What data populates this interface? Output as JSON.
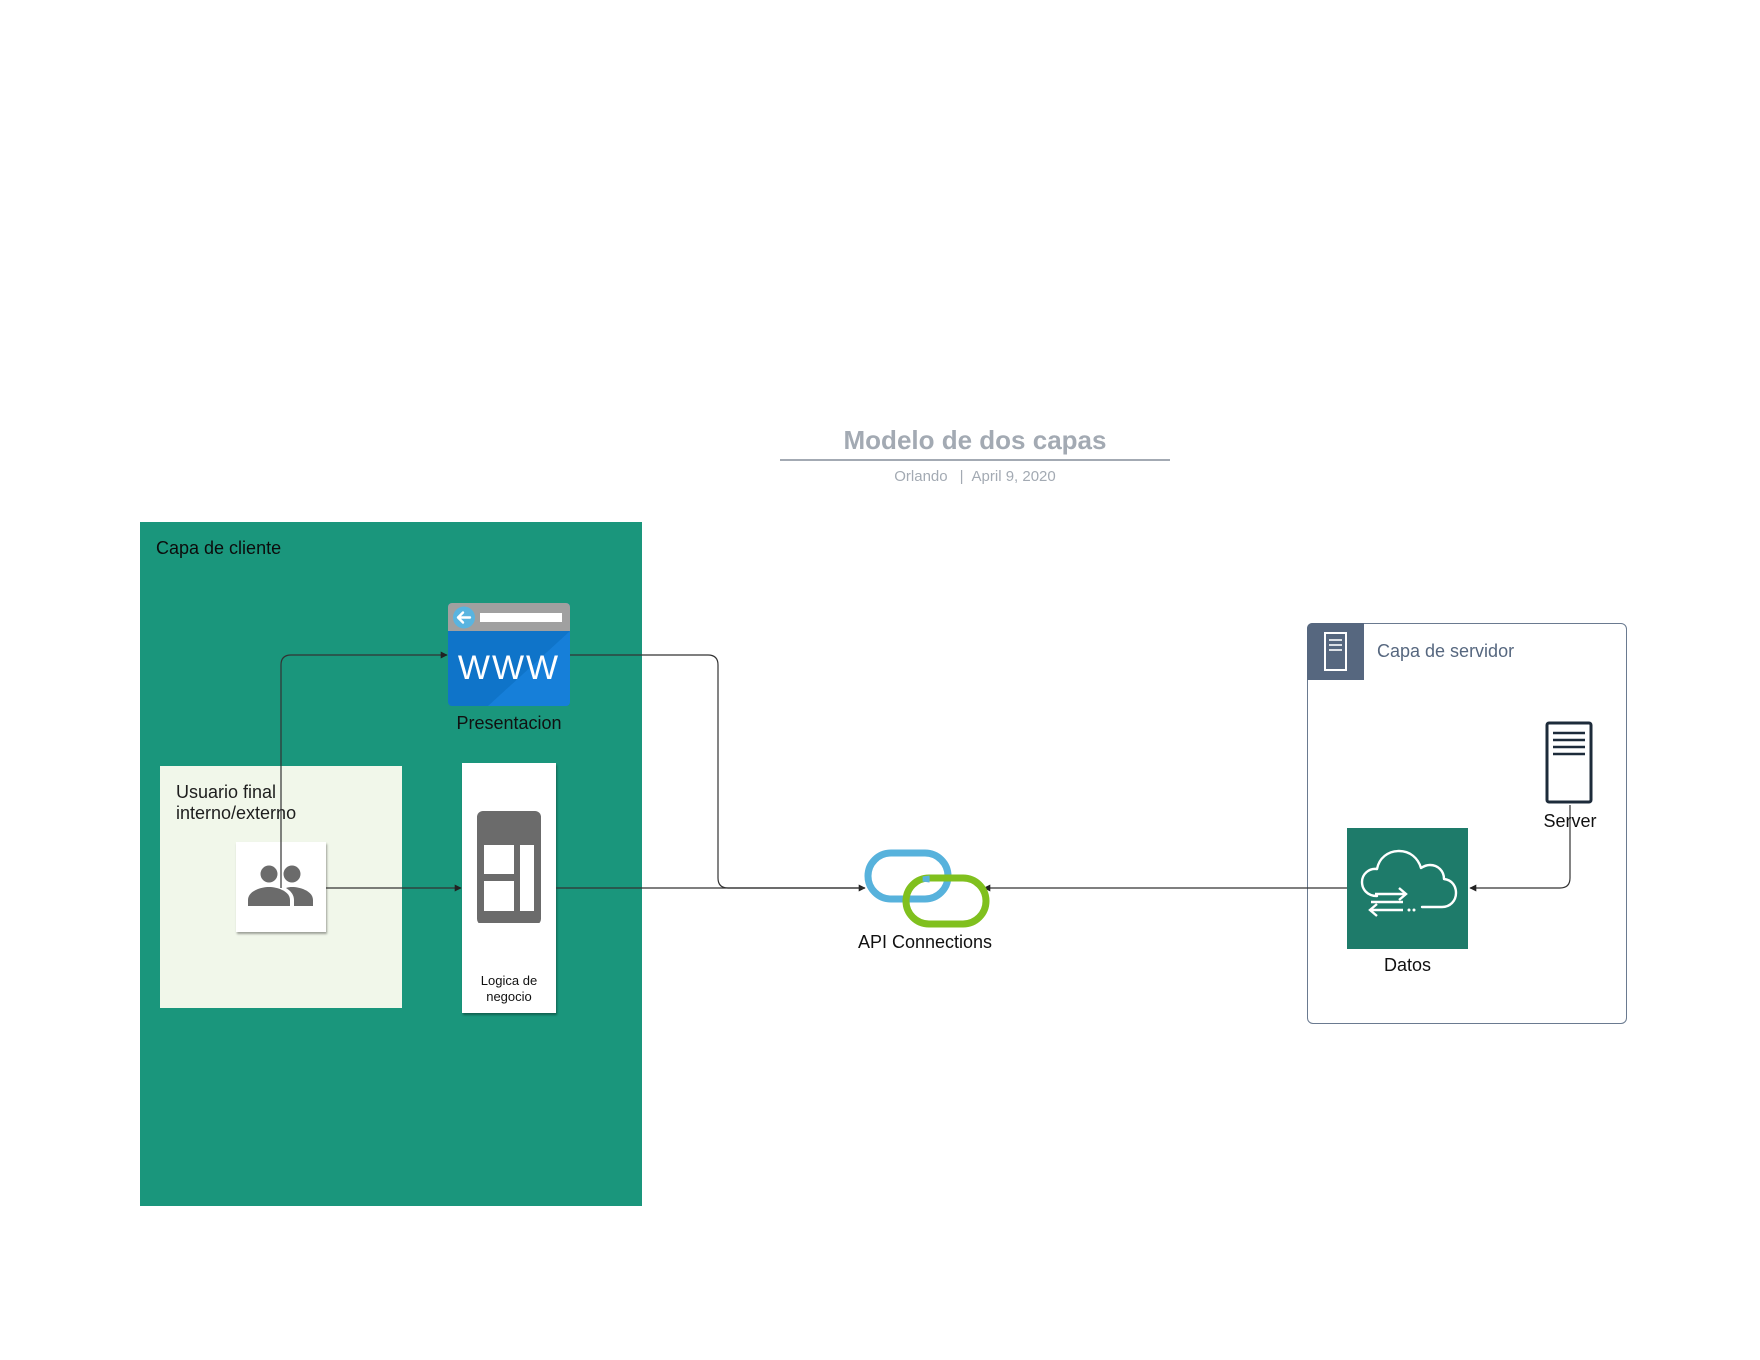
{
  "header": {
    "title": "Modelo de dos capas",
    "author": "Orlando",
    "separator": "|",
    "date": "April 9, 2020"
  },
  "client_layer": {
    "label": "Capa de cliente",
    "user": {
      "label_line1": "Usuario final",
      "label_line2": "interno/externo",
      "icon": "users-icon"
    },
    "presentation": {
      "label": "Presentacion",
      "icon_text": "WWW",
      "icon": "browser-www-icon"
    },
    "logic": {
      "label_line1": "Logica de",
      "label_line2": "negocio",
      "icon": "layout-panel-icon"
    }
  },
  "api": {
    "label": "API Connections",
    "icon": "link-icon"
  },
  "server_layer": {
    "label": "Capa de servidor",
    "header_icon": "server-rack-icon",
    "server": {
      "label": "Server",
      "icon": "server-icon"
    },
    "datos": {
      "label": "Datos",
      "icon": "cloud-transfer-icon"
    }
  },
  "colors": {
    "client_layer_bg": "#1a967c",
    "user_box_bg": "#f1f7ea",
    "server_border": "#6a7a90",
    "datos_bg": "#1e7b6a",
    "title_gray": "#a3aab3",
    "link_blue": "#57b2dc",
    "link_green": "#80c01e"
  }
}
